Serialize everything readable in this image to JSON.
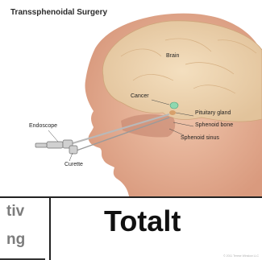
{
  "figure": {
    "title": "Transsphenoidal Surgery",
    "labels": {
      "brain": "Brain",
      "cancer": "Cancer",
      "pituitary": "Pituitary gland",
      "sphenoid_bone": "Sphenoid bone",
      "sphenoid_sinus": "Sphenoid sinus",
      "endoscope": "Endoscope",
      "curette": "Curette"
    },
    "credit": "© 2011 Terese Winslow LLC"
  },
  "table": {
    "left_top": "tiv",
    "left_bottom": "ng",
    "right_header": "Totalt"
  },
  "colors": {
    "skin": "#e9b79b",
    "brain": "#e8cfa6",
    "background": "#ffffff",
    "tumor": "#8fd8b0"
  }
}
